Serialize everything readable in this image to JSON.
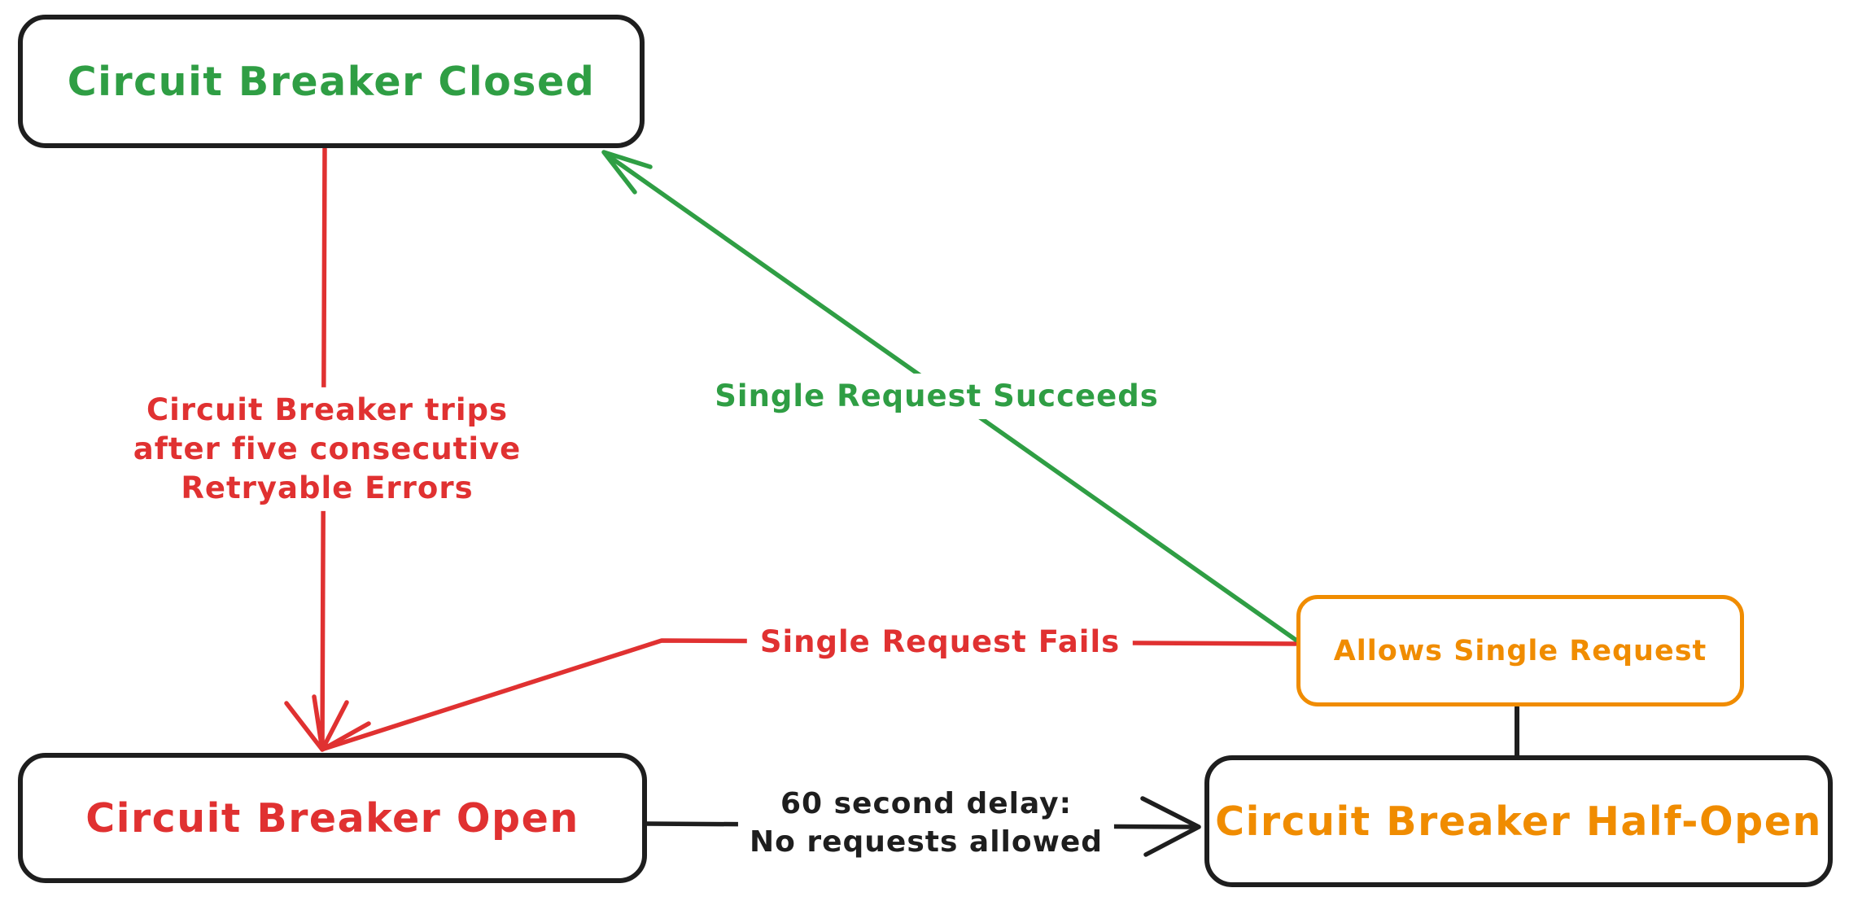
{
  "diagram": {
    "background": "#ffffff",
    "default_stroke": "#1e1e1e",
    "nodes": {
      "closed": {
        "label": "Circuit Breaker Closed",
        "text_color": "#2f9e44",
        "border_color": "#1e1e1e"
      },
      "open": {
        "label": "Circuit Breaker Open",
        "text_color": "#e03131",
        "border_color": "#1e1e1e"
      },
      "half_open": {
        "label": "Circuit Breaker Half-Open",
        "text_color": "#f08c00",
        "border_color": "#1e1e1e"
      },
      "allows_single_request": {
        "label": "Allows Single Request",
        "text_color": "#f08c00",
        "border_color": "#f08c00"
      }
    },
    "edges": {
      "trips": {
        "from": "closed",
        "to": "open",
        "label": "Circuit Breaker trips\nafter five consecutive\nRetryable Errors",
        "color": "#e03131",
        "arrowhead": "end"
      },
      "fails": {
        "from": "allows_single_request",
        "to": "open",
        "label": "Single Request Fails",
        "color": "#e03131",
        "arrowhead": "end"
      },
      "succeeds": {
        "from": "allows_single_request",
        "to": "closed",
        "label": "Single Request Succeeds",
        "color": "#2f9e44",
        "arrowhead": "end"
      },
      "delay": {
        "from": "open",
        "to": "half_open",
        "label": "60 second delay:\nNo requests allowed",
        "color": "#1e1e1e",
        "arrowhead": "end"
      },
      "half_open_link": {
        "from": "half_open",
        "to": "allows_single_request",
        "label": "",
        "color": "#1e1e1e",
        "arrowhead": "none"
      }
    }
  }
}
